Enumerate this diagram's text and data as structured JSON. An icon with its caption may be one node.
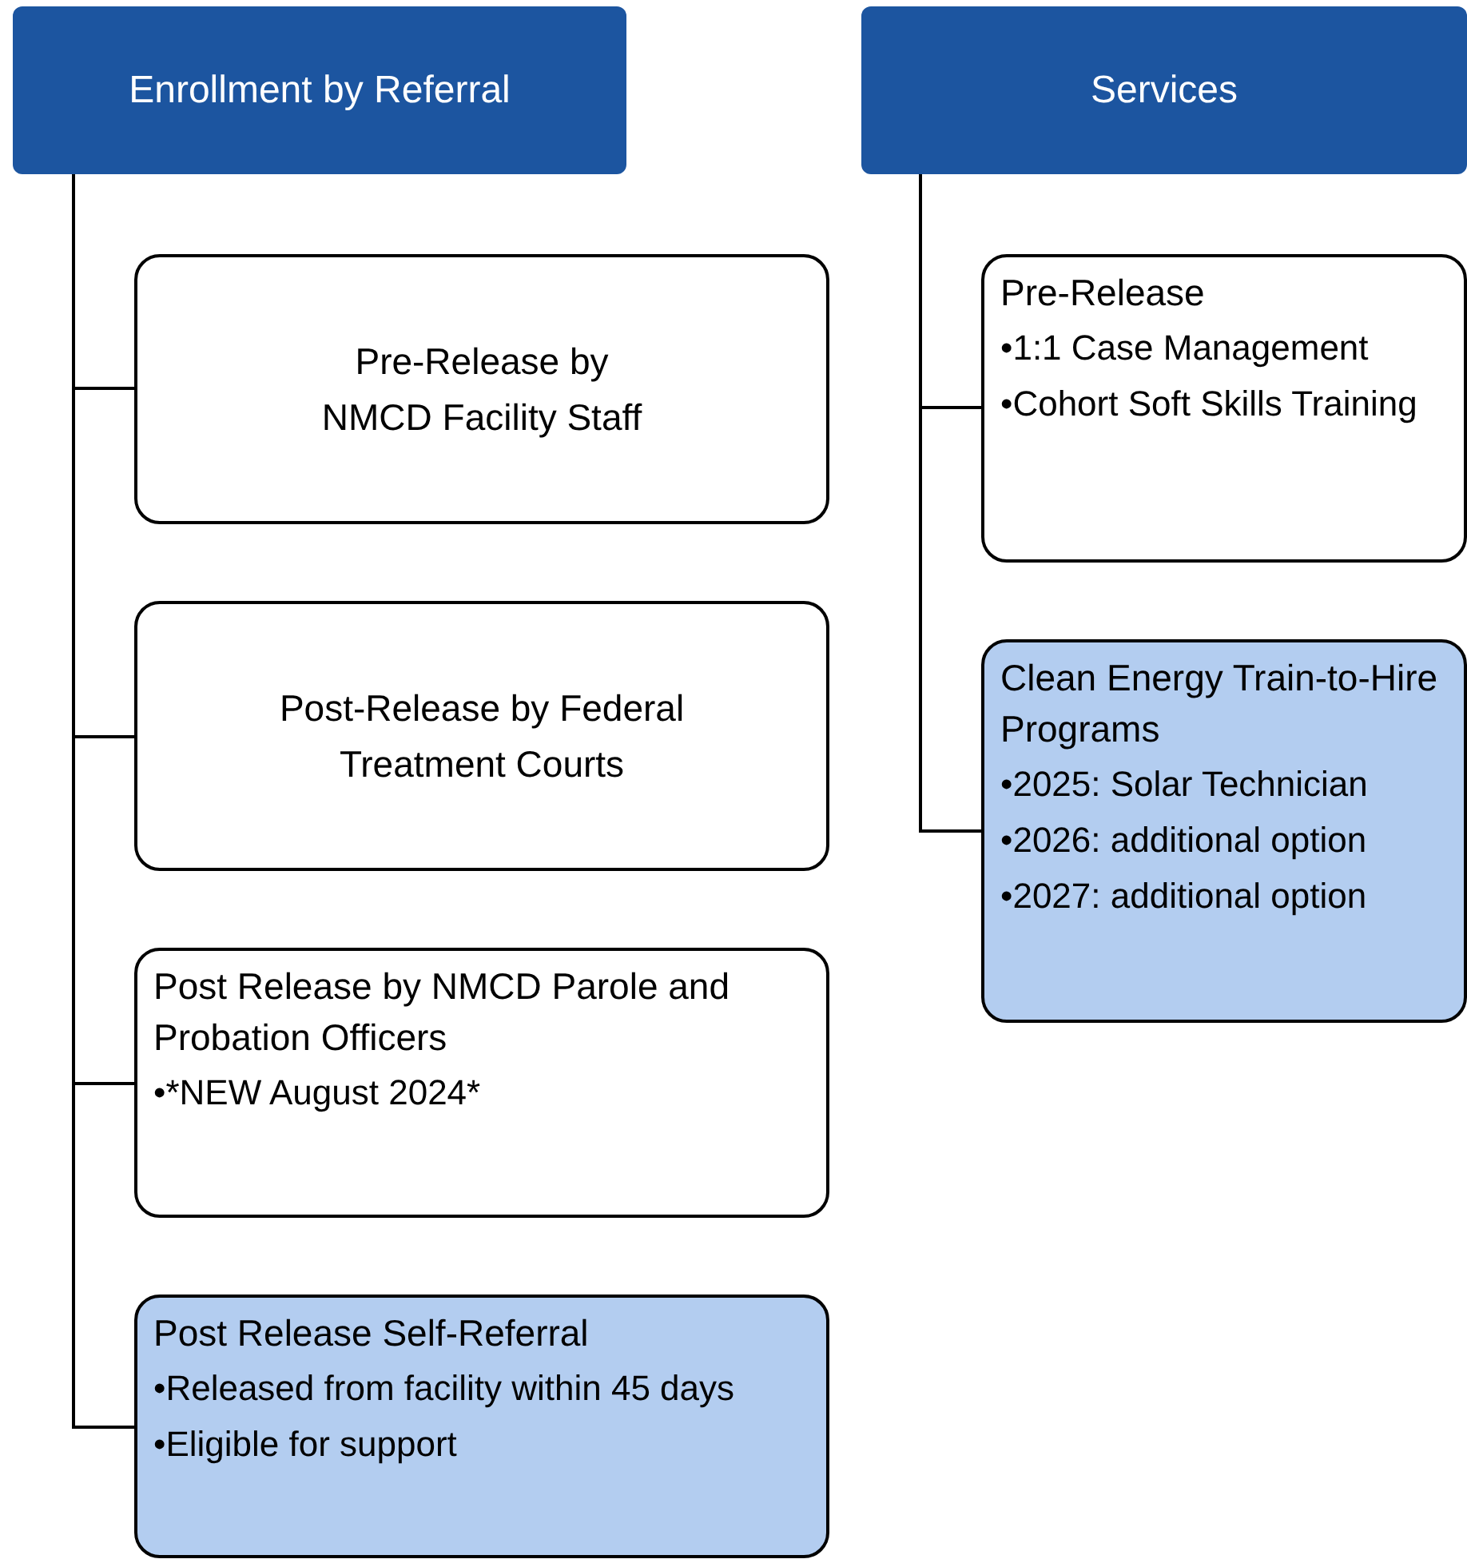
{
  "diagram": {
    "nodes": [
      {
        "text": [
          "Enrollment by Referral"
        ]
      },
      {
        "text": [
          "Pre-Release by NMCD Facility Staff"
        ]
      },
      {
        "text": [
          "Post-Release by Federal Treatment Courts"
        ]
      },
      {
        "text": [
          "Post Release by NMCD Parole and Probation Officers",
          "•*NEW August 2024*"
        ]
      },
      {
        "text": [
          "Post Release Self-Referral",
          "•Released from facility within 45 days",
          "•Eligible for support"
        ]
      },
      {
        "text": [
          "Services"
        ]
      },
      {
        "text": [
          "Pre-Release",
          "•1:1 Case Management",
          "•Cohort Soft Skills Training"
        ]
      },
      {
        "text": [
          "Clean Energy Train-to-Hire Programs",
          "•2025: Solar Technician",
          "•2026: additional option",
          "•2027: additional option"
        ]
      }
    ],
    "edges": [
      {
        "from": 0,
        "to": 1,
        "arrow": "none"
      },
      {
        "from": 0,
        "to": 2,
        "arrow": "none"
      },
      {
        "from": 0,
        "to": 3,
        "arrow": "none"
      },
      {
        "from": 0,
        "to": 4,
        "arrow": "none"
      },
      {
        "from": 5,
        "to": 6,
        "arrow": "none"
      },
      {
        "from": 5,
        "to": 7,
        "arrow": "none"
      }
    ]
  }
}
